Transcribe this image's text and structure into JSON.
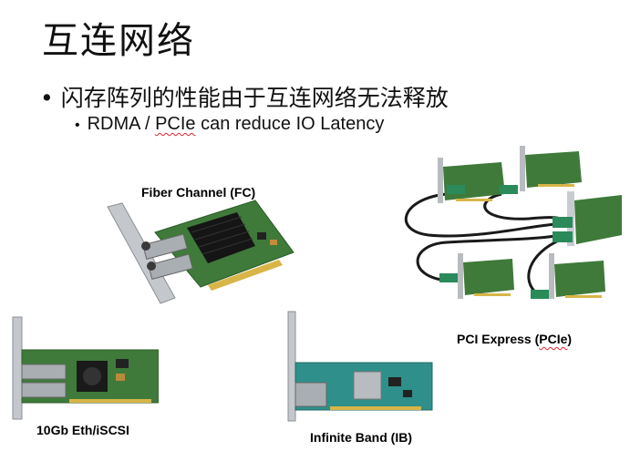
{
  "slide": {
    "title": "互连网络",
    "bullets": [
      {
        "text": "闪存阵列的性能由于互连网络无法释放"
      },
      {
        "text_prefix": "RDMA / ",
        "text_flagged": "PCIe",
        "text_suffix": " can reduce IO Latency"
      }
    ]
  },
  "images": [
    {
      "id": "fc",
      "caption": "Fiber Channel (FC)",
      "caption_flagged": ""
    },
    {
      "id": "pcie",
      "caption_prefix": "PCI Express (",
      "caption_flagged": "PCIe",
      "caption_suffix": ")"
    },
    {
      "id": "eth",
      "caption": "10Gb Eth/iSCSI"
    },
    {
      "id": "ib",
      "caption": "Infinite Band (IB)"
    }
  ],
  "colors": {
    "pcb_green": "#3f7a3a",
    "pcb_teal": "#2f8f8a",
    "bracket": "#b8bcc0",
    "heatsink": "#1a1a1a",
    "spellcheck": "#d23"
  }
}
